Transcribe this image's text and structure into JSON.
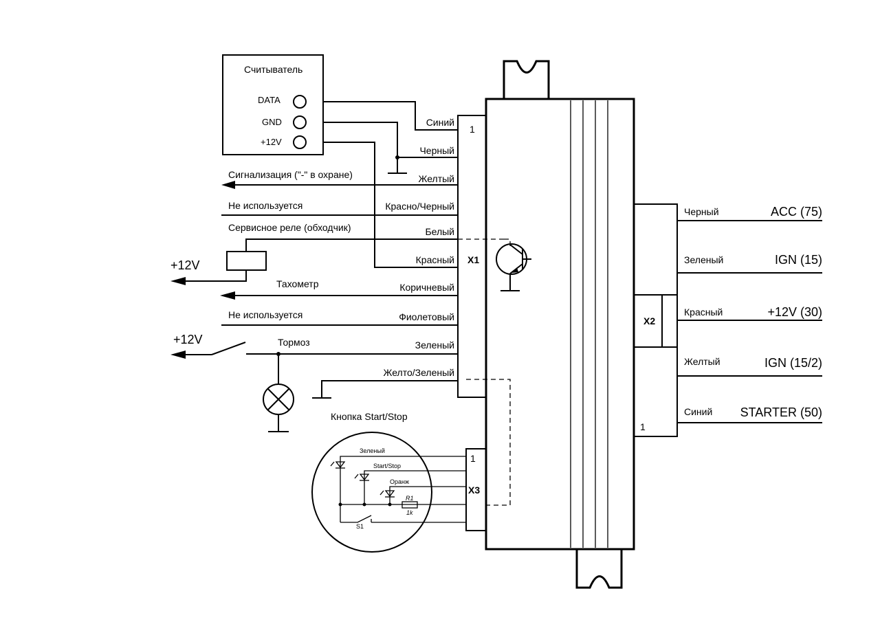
{
  "reader": {
    "title": "Считыватель",
    "pins": [
      "DATA",
      "GND",
      "+12V"
    ]
  },
  "x1": {
    "label": "X1",
    "pin1": "1",
    "wires": [
      "Синий",
      "Черный",
      "Желтый",
      "Красно/Черный",
      "Белый",
      "Красный",
      "Коричневый",
      "Фиолетовый",
      "Зеленый",
      "Желто/Зеленый"
    ]
  },
  "left": {
    "alarm": "Сигнализация (\"-\" в охране)",
    "unused1": "Не используется",
    "service_relay": "Сервисное реле (обходчик)",
    "plus12v_relay": "+12V",
    "tachometer": "Тахометр",
    "unused2": "Не используется",
    "plus12v_brake": "+12V",
    "brake": "Тормоз"
  },
  "x2": {
    "label": "X2",
    "pin1": "1",
    "wires": [
      "Черный",
      "Зеленый",
      "Красный",
      "Желтый",
      "Синий"
    ],
    "signals": [
      "ACC (75)",
      "IGN (15)",
      "+12V (30)",
      "IGN (15/2)",
      "STARTER (50)"
    ]
  },
  "x3": {
    "label": "X3",
    "pin1": "1"
  },
  "button": {
    "title": "Кнопка Start/Stop",
    "wires": [
      "Зеленый",
      "Start/Stop",
      "Оранж"
    ],
    "resistor": "R1",
    "resistor_value": "1k",
    "switch": "S1"
  }
}
